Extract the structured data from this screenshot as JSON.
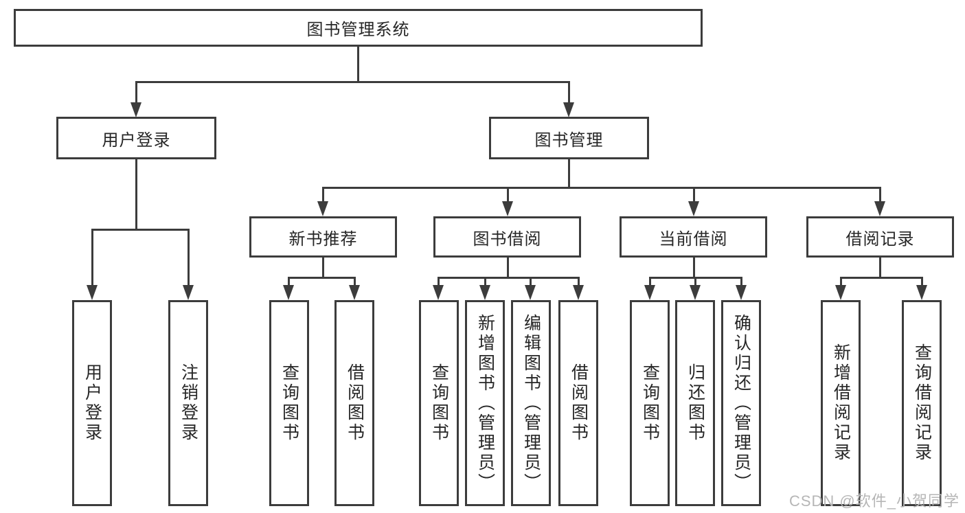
{
  "diagram": {
    "type": "hierarchy-tree",
    "root": {
      "label": "图书管理系统",
      "children": [
        {
          "label": "用户登录",
          "children": [
            {
              "label": "用户登录"
            },
            {
              "label": "注销登录"
            }
          ]
        },
        {
          "label": "图书管理",
          "children": [
            {
              "label": "新书推荐",
              "children": [
                {
                  "label": "查询图书"
                },
                {
                  "label": "借阅图书"
                }
              ]
            },
            {
              "label": "图书借阅",
              "children": [
                {
                  "label": "查询图书"
                },
                {
                  "label": "新增图书（管理员）"
                },
                {
                  "label": "编辑图书（管理员）"
                },
                {
                  "label": "借阅图书"
                }
              ]
            },
            {
              "label": "当前借阅",
              "children": [
                {
                  "label": "查询图书"
                },
                {
                  "label": "归还图书"
                },
                {
                  "label": "确认归还（管理员）"
                }
              ]
            },
            {
              "label": "借阅记录",
              "children": [
                {
                  "label": "新增借阅记录"
                },
                {
                  "label": "查询借阅记录"
                }
              ]
            }
          ]
        }
      ]
    }
  },
  "watermark": {
    "text": "CSDN @软件_小贺同学"
  },
  "colors": {
    "line": "#3c3c3c",
    "text": "#262626",
    "watermark": "#b6b6b6",
    "background": "#ffffff"
  }
}
